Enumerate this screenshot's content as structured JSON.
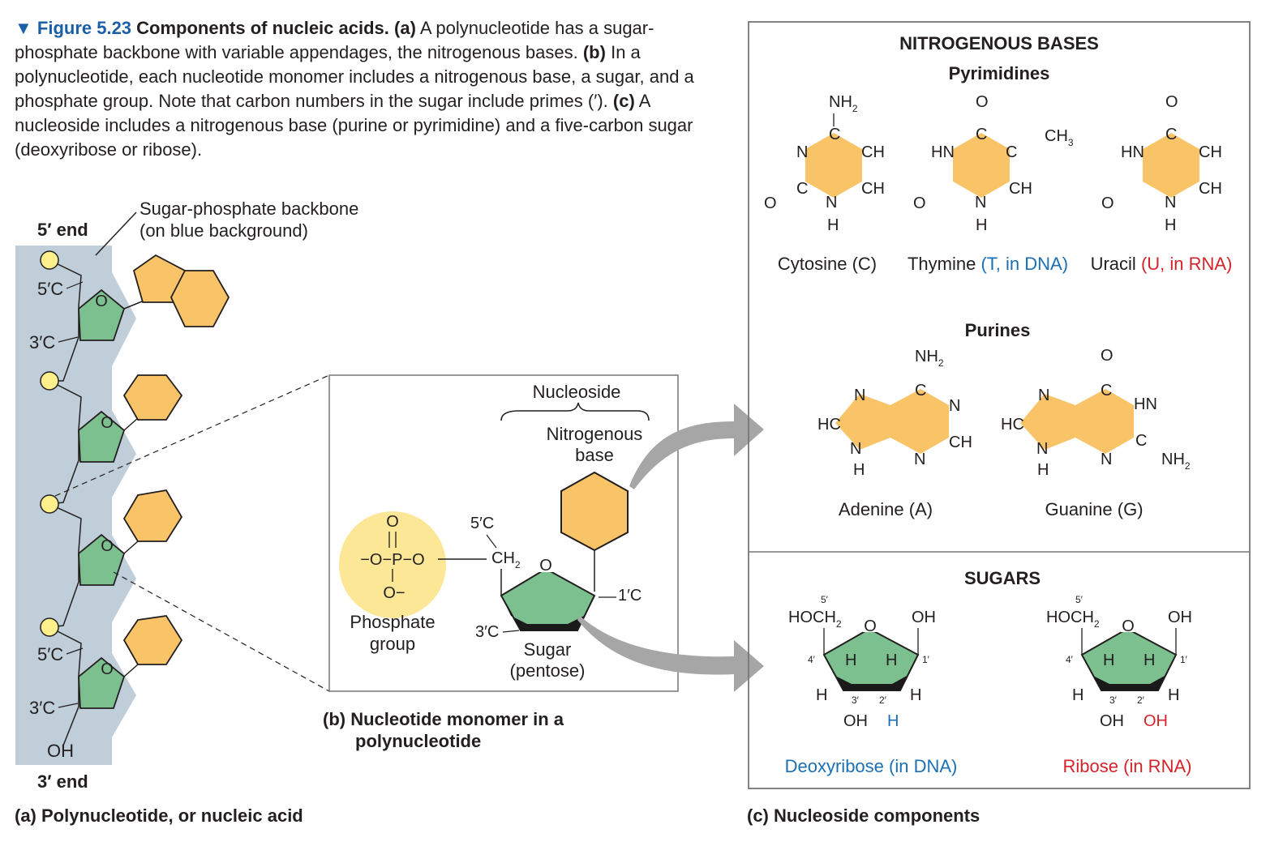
{
  "caption": {
    "figure_number": "▼ Figure 5.23",
    "title": "Components of nucleic acids.",
    "part_a_letter": "(a)",
    "part_a_text": "A polynucleotide has a sugar-phosphate backbone with variable appendages, the nitrogenous bases.",
    "part_b_letter": "(b)",
    "part_b_text": "In a polynucleotide, each nucleotide monomer includes a nitrogenous base, a sugar, and a phosphate group. Note that carbon numbers in the sugar include primes (′).",
    "part_c_letter": "(c)",
    "part_c_text": "A nucleoside includes a nitrogenous base (purine or pyrimidine) and a five-carbon sugar (deoxyribose or ribose)."
  },
  "panel_a": {
    "five_end": "5′ end",
    "three_end": "3′ end",
    "backbone_label_1": "Sugar-phosphate backbone",
    "backbone_label_2": "(on blue background)",
    "c5_top": "5′C",
    "c3_top": "3′C",
    "c5_bottom": "5′C",
    "c3_bottom": "3′C",
    "oh": "OH",
    "ring_o": "O",
    "title": "(a) Polynucleotide, or nucleic acid"
  },
  "panel_b": {
    "nucleoside": "Nucleoside",
    "nitrogenous_base_1": "Nitrogenous",
    "nitrogenous_base_2": "base",
    "c5": "5′C",
    "ch2": "CH",
    "ch2_sub": "2",
    "c1": "1′C",
    "c3": "3′C",
    "ring_o": "O",
    "phosphate_top_o": "O",
    "phosphate_row": "−O−P−O",
    "phosphate_bottom_o": "O−",
    "phosphate_group_1": "Phosphate",
    "phosphate_group_2": "group",
    "sugar_1": "Sugar",
    "sugar_2": "(pentose)",
    "title_1": "(b) Nucleotide monomer in a",
    "title_2": "polynucleotide"
  },
  "panel_c": {
    "bases_header": "NITROGENOUS BASES",
    "pyrimidines": "Pyrimidines",
    "purines": "Purines",
    "sugars_header": "SUGARS",
    "cytosine": "Cytosine (C)",
    "thymine": "Thymine",
    "thymine_note": "(T, in DNA)",
    "uracil": "Uracil",
    "uracil_note": "(U, in RNA)",
    "adenine": "Adenine (A)",
    "guanine": "Guanine (G)",
    "deoxyribose": "Deoxyribose (in DNA)",
    "ribose": "Ribose (in RNA)",
    "title": "(c) Nucleoside components",
    "atoms": {
      "nh": "NH",
      "sub2": "2",
      "n": "N",
      "c": "C",
      "ch": "CH",
      "h": "H",
      "hn": "HN",
      "o": "O",
      "ch3": "CH",
      "sub3": "3",
      "hc": "HC",
      "hoch": "HOCH",
      "oh": "OH",
      "p5": "5′",
      "p4": "4′",
      "p3": "3′",
      "p2": "2′",
      "p1": "1′"
    }
  },
  "colors": {
    "base": "#f9c467",
    "sugar": "#7dc08f",
    "phosphate": "#fbe795",
    "phosphate_small": "#fef08c",
    "backbone_bg": "#c0ceda",
    "arrow": "#a6a6a6",
    "dna_blue": "#1b6fb3",
    "rna_red": "#d4232a"
  }
}
